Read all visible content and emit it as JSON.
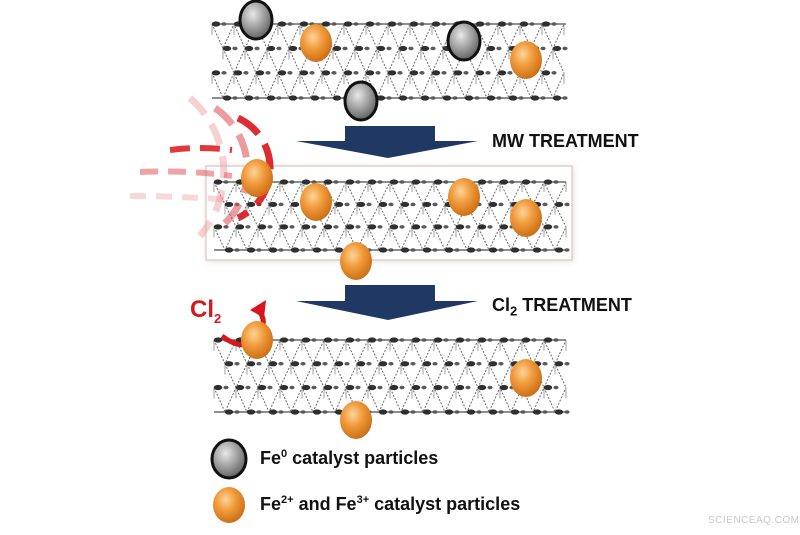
{
  "steps": {
    "mw_label": "MW TREATMENT",
    "cl2_label_main": "Cl",
    "cl2_label_sub": "2",
    "cl2_label_rest": " TREATMENT"
  },
  "annotation": {
    "cl2_main": "Cl",
    "cl2_sub": "2"
  },
  "legend": {
    "fe0_base": "Fe",
    "fe0_sup": "0",
    "fe0_rest": " catalyst particles",
    "fe23_base1": "Fe",
    "fe23_sup1": "2+",
    "fe23_mid": " and Fe",
    "fe23_sup2": "3+",
    "fe23_rest": " catalyst particles"
  },
  "watermark": "SCIENCEAQ.COM",
  "colors": {
    "arrow": "#1f3864",
    "fe0_fill": "#8c8c8c",
    "fe23_fill": "#e8892e",
    "microwave": "#d9161c",
    "lattice": "#555555"
  },
  "icons": [
    "microwave-waves-icon",
    "cl2-curved-arrow-icon",
    "down-arrow-icon"
  ]
}
